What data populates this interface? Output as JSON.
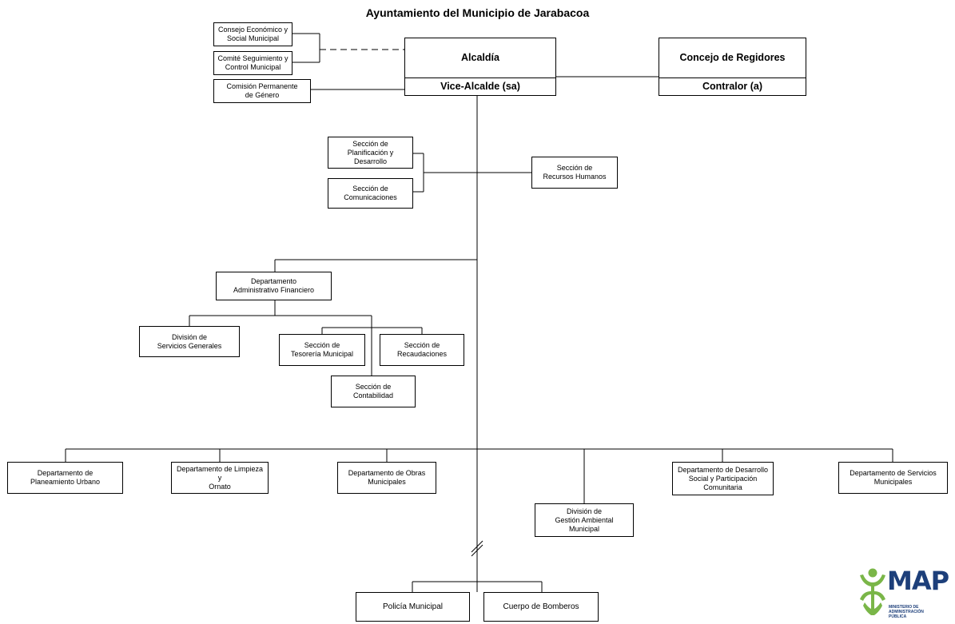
{
  "title": "Ayuntamiento del Municipio de Jarabacoa",
  "top": {
    "alcaldia": "Alcaldía",
    "vice_alcalde": "Vice-Alcalde (sa)",
    "concejo": "Concejo de Regidores",
    "contralor": "Contralor (a)"
  },
  "councils": [
    "Consejo Económico y\nSocial Municipal",
    "Comité Seguimiento y\nControl Municipal",
    "Comisión Permanente\nde Género"
  ],
  "staff": {
    "planificacion": "Sección de\nPlanificación y\nDesarrollo",
    "comunicaciones": "Sección de\nComunicaciones",
    "recursos_humanos": "Sección de\nRecursos Humanos"
  },
  "financiero": {
    "departamento": "Departamento\nAdministrativo Financiero",
    "servicios_generales": "División de\nServicios Generales",
    "tesoreria": "Sección de\nTesorería Municipal",
    "recaudaciones": "Sección de\nRecaudaciones",
    "contabilidad": "Sección de\nContabilidad"
  },
  "departments": [
    "Departamento de\nPlaneamiento Urbano",
    "Departamento de Limpieza y\nOrnato",
    "Departamento de Obras\nMunicipales",
    "Departamento de Desarrollo\nSocial y Participación\nComunitaria",
    "Departamento de Servicios\nMunicipales"
  ],
  "gestion_ambiental": "División de\nGestión Ambiental\nMunicipal",
  "bottom": [
    "Policía Municipal",
    "Cuerpo de Bomberos"
  ],
  "logo": {
    "text": "MAP",
    "subtext": "MINISTERIO DE\nADMINISTRACIÓN\nPÚBLICA",
    "colors": {
      "green": "#7ab648",
      "blue": "#1d3f7a"
    }
  }
}
